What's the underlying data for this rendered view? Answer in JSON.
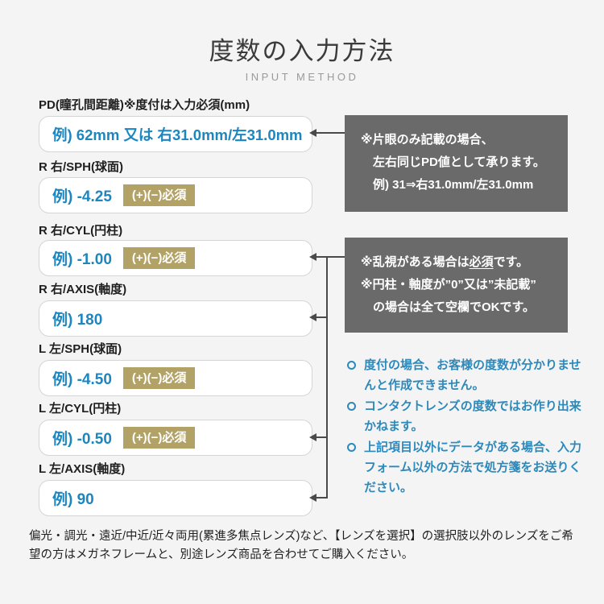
{
  "page": {
    "title": "度数の入力方法",
    "subtitle": "INPUT METHOD",
    "footer_note": "偏光・調光・遠近/中近/近々両用(累進多焦点レンズ)など、【レンズを選択】の選択肢以外のレンズをご希望の方はメガネフレームと、別途レンズ商品を合わせてご購入ください。"
  },
  "fields": [
    {
      "label": "PD(瞳孔間距離)※度付は入力必須(mm)",
      "example": "例) 62mm 又は 右31.0mm/左31.0mm",
      "badge": ""
    },
    {
      "label": "R 右/SPH(球面)",
      "example": "例) -4.25",
      "badge": "(+)(−)必須"
    },
    {
      "label": "R 右/CYL(円柱)",
      "example": "例) -1.00",
      "badge": "(+)(−)必須"
    },
    {
      "label": "R 右/AXIS(軸度)",
      "example": "例) 180",
      "badge": ""
    },
    {
      "label": "L 左/SPH(球面)",
      "example": "例) -4.50",
      "badge": "(+)(−)必須"
    },
    {
      "label": "L 左/CYL(円柱)",
      "example": "例) -0.50",
      "badge": "(+)(−)必須"
    },
    {
      "label": "L 左/AXIS(軸度)",
      "example": "例) 90",
      "badge": ""
    }
  ],
  "pd_note": {
    "line1": "※片眼のみ記載の場合、",
    "line2": "左右同じPD値として承ります。",
    "line3": "例) 31⇒右31.0mm/左31.0mm"
  },
  "cyl_note": {
    "line1_pre": "※乱視がある場合は",
    "line1_em": "必須",
    "line1_post": "です。",
    "line2": "※円柱・軸度が”0”又は”未記載”",
    "line3": "の場合は全て空欄でOKです。"
  },
  "bullets": [
    "度付の場合、お客様の度数が分かりませんと作成できません。",
    "コンタクトレンズの度数ではお作り出来かねます。",
    "上記項目以外にデータがある場合、入力フォーム以外の方法で処方箋をお送りください。"
  ],
  "colors": {
    "background": "#f4f4f5",
    "accent_blue": "#1d86be",
    "bullet_blue": "#2d89ba",
    "badge_gold": "#b2a266",
    "note_gray": "#6a6a6a",
    "arrow_gray": "#4a4a4a"
  }
}
